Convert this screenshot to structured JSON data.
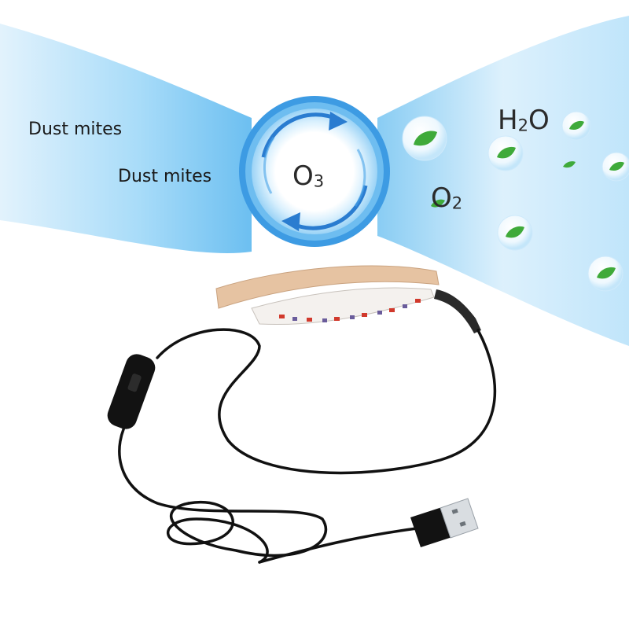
{
  "labels": {
    "dust_mites_top": "Dust mites",
    "dust_mites_bottom": "Dust mites"
  },
  "formulas": {
    "ozone": {
      "base": "O",
      "sub": "3"
    },
    "water": {
      "pre": "H",
      "sub": "2",
      "post": "O"
    },
    "oxygen": {
      "base": "O",
      "sub": "2"
    }
  },
  "colors": {
    "air_blue": "#8fd0f5",
    "ring_blue": "#2f8fe0",
    "arrow_blue": "#2a7cd0",
    "leaf_green": "#3faa3a",
    "tape": "#e9c8a9",
    "cable": "#111111"
  }
}
